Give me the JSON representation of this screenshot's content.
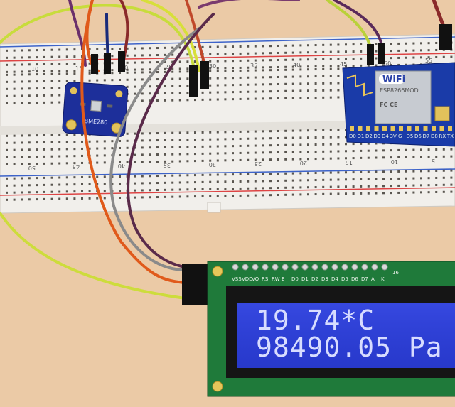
{
  "breadboard": {
    "top_numbers": [
      "10",
      "15",
      "20",
      "25",
      "30",
      "35",
      "40",
      "45",
      "50",
      "55"
    ],
    "bottom_numbers": [
      "50",
      "45",
      "40",
      "35",
      "30",
      "25",
      "20",
      "15",
      "10",
      "5"
    ]
  },
  "sensor_board": {
    "label": "BME280"
  },
  "wifi_module": {
    "logo_text": "WiFi",
    "model": "ESP8266MOD",
    "cert": "FC CE",
    "pins": [
      "D0",
      "D1",
      "D2",
      "D3",
      "D4",
      "3V",
      "G",
      "D5",
      "D6",
      "D7",
      "D8",
      "RX",
      "TX"
    ]
  },
  "lcd": {
    "line1": "19.74*C",
    "line2": "98490.05 Pa",
    "header_pins": [
      "VSS",
      "VDD",
      "VO",
      "RS",
      "RW",
      "E",
      "D0",
      "D1",
      "D2",
      "D3",
      "D4",
      "D5",
      "D6",
      "D7",
      "A",
      "K"
    ],
    "header_number": "16"
  },
  "colors": {
    "background": "#e9c7a3",
    "lcd_backlight": "#2c3ed8",
    "lcd_text": "#d7dcff",
    "pcb_green": "#1f7a3a",
    "module_blue": "#1a3ba8"
  }
}
